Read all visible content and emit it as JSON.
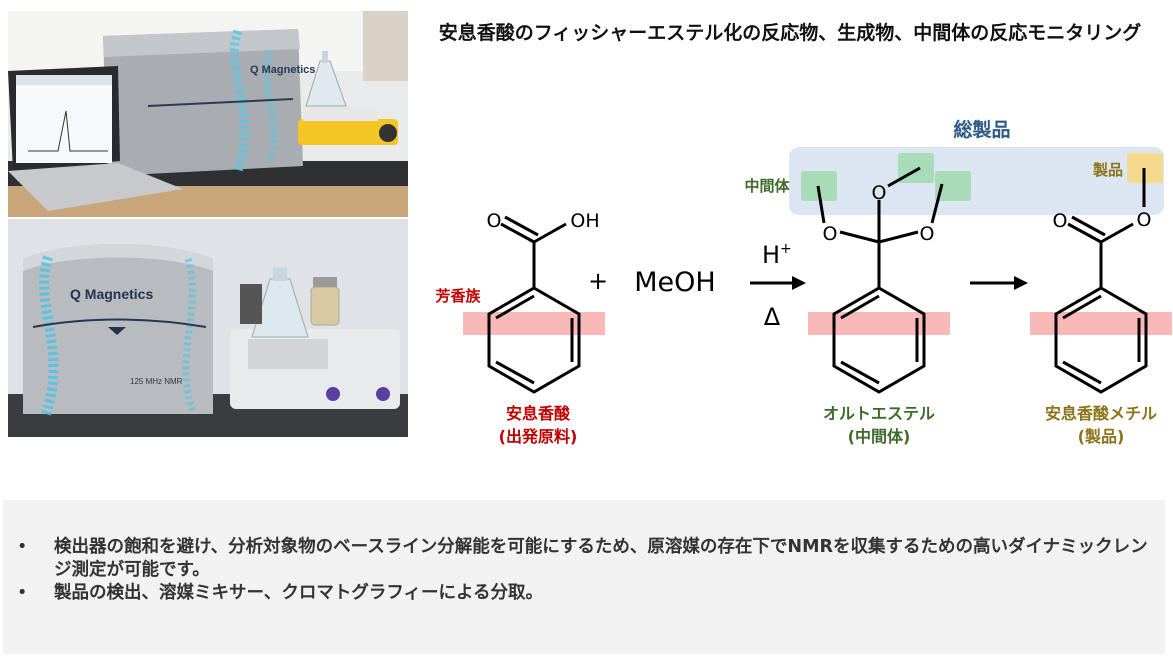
{
  "title": "安息香酸のフィッシャーエステル化の反応物、生成物、中間体の反応モニタリング",
  "photos": {
    "top": {
      "brand": "Q Magnetics"
    },
    "bottom": {
      "brand": "Q Magnetics",
      "model_label": "125 MHz NMR"
    }
  },
  "scheme": {
    "total_products_label": "総製品",
    "intermediate_tag": "中間体",
    "product_tag": "製品",
    "aromatic_tag": "芳香族",
    "plus": "+",
    "reagent": "MeOH",
    "catalyst": "H",
    "catalyst_charge": "+",
    "heat": "Δ",
    "atom_O": "O",
    "atom_OH": "OH",
    "reactant": {
      "name": "安息香酸",
      "role": "(出発原料)"
    },
    "intermediate": {
      "name": "オルトエステル",
      "role": "(中間体)"
    },
    "product": {
      "name": "安息香酸メチル",
      "role": "(製品)"
    },
    "colors": {
      "aromatic_highlight": "#f9b9b9",
      "intermediate_highlight": "#a8dbb8",
      "product_highlight": "#f5d98c",
      "total_box": "#dbe6f2",
      "reactant_text": "#c00000",
      "intermediate_text": "#3e6b2a",
      "product_text": "#8c7318",
      "total_text": "#2e5a87"
    }
  },
  "notes": [
    "検出器の飽和を避け、分析対象物のベースライン分解能を可能にするため、原溶媒の存在下でNMRを収集するための高いダイナミックレンジ測定が可能です。",
    "製品の検出、溶媒ミキサー、クロマトグラフィーによる分取。"
  ]
}
